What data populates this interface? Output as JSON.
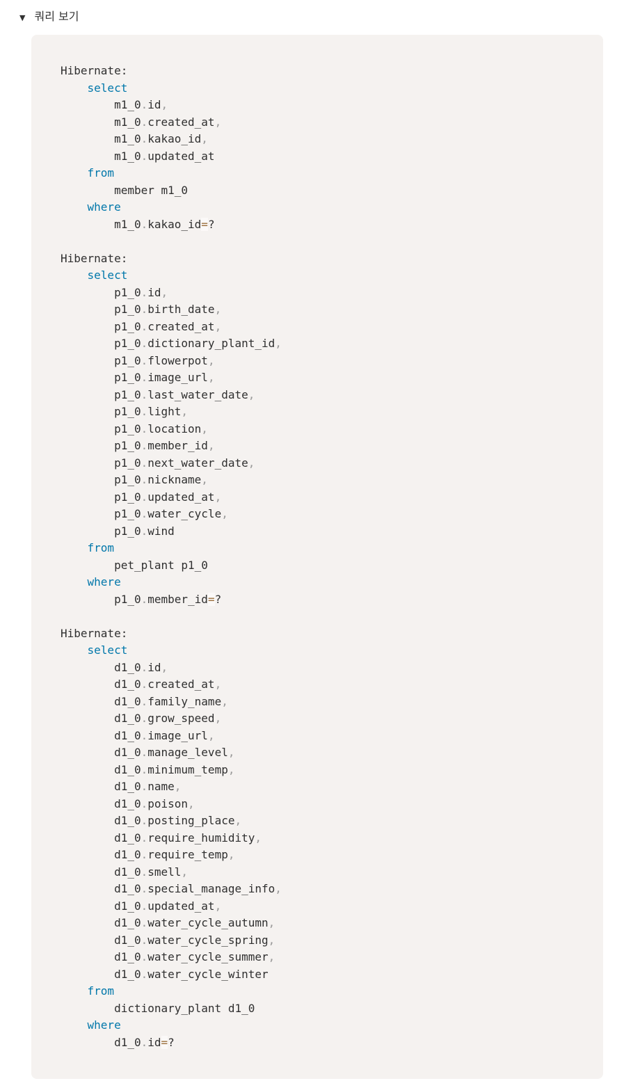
{
  "summary": {
    "marker": "▼",
    "label": "쿼리 보기"
  },
  "code_block": {
    "language": "sql",
    "background": "#f5f2f0",
    "text_color": "#2f2f2f",
    "keyword_color": "#0077aa",
    "punctuation_color": "#999999",
    "operator_color": "#9a6e3a",
    "queries": [
      {
        "label": "Hibernate:",
        "select_keyword": "select",
        "columns": [
          "m1_0.id,",
          "m1_0.created_at,",
          "m1_0.kakao_id,",
          "m1_0.updated_at"
        ],
        "from_keyword": "from",
        "table": "member m1_0",
        "where_keyword": "where",
        "condition": "m1_0.kakao_id=?"
      },
      {
        "label": "Hibernate:",
        "select_keyword": "select",
        "columns": [
          "p1_0.id,",
          "p1_0.birth_date,",
          "p1_0.created_at,",
          "p1_0.dictionary_plant_id,",
          "p1_0.flowerpot,",
          "p1_0.image_url,",
          "p1_0.last_water_date,",
          "p1_0.light,",
          "p1_0.location,",
          "p1_0.member_id,",
          "p1_0.next_water_date,",
          "p1_0.nickname,",
          "p1_0.updated_at,",
          "p1_0.water_cycle,",
          "p1_0.wind"
        ],
        "from_keyword": "from",
        "table": "pet_plant p1_0",
        "where_keyword": "where",
        "condition": "p1_0.member_id=?"
      },
      {
        "label": "Hibernate:",
        "select_keyword": "select",
        "columns": [
          "d1_0.id,",
          "d1_0.created_at,",
          "d1_0.family_name,",
          "d1_0.grow_speed,",
          "d1_0.image_url,",
          "d1_0.manage_level,",
          "d1_0.minimum_temp,",
          "d1_0.name,",
          "d1_0.poison,",
          "d1_0.posting_place,",
          "d1_0.require_humidity,",
          "d1_0.require_temp,",
          "d1_0.smell,",
          "d1_0.special_manage_info,",
          "d1_0.updated_at,",
          "d1_0.water_cycle_autumn,",
          "d1_0.water_cycle_spring,",
          "d1_0.water_cycle_summer,",
          "d1_0.water_cycle_winter"
        ],
        "from_keyword": "from",
        "table": "dictionary_plant d1_0",
        "where_keyword": "where",
        "condition": "d1_0.id=?"
      }
    ]
  }
}
